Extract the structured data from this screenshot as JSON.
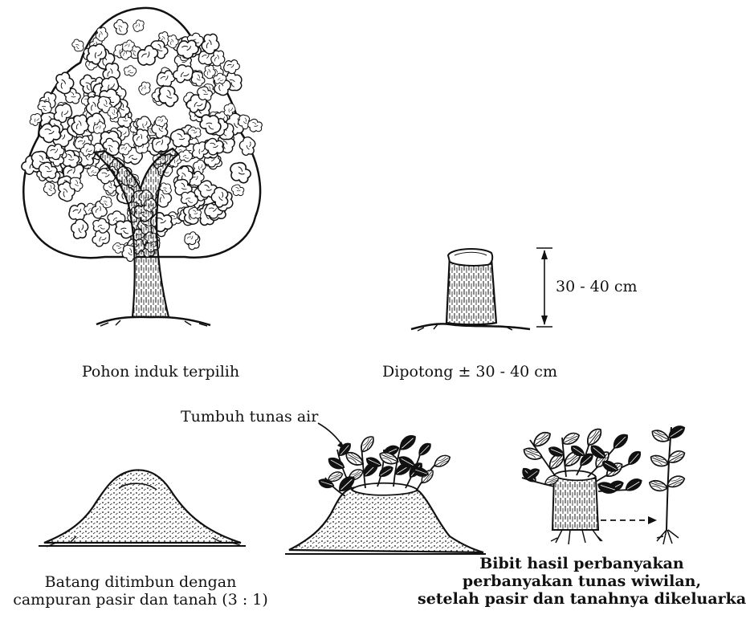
{
  "labels": {
    "tree": "Pohon induk terpilih",
    "cut": "Dipotong  ±  30 - 40 cm",
    "height": "30 - 40 cm",
    "tunas_air": "Tumbuh tunas air",
    "mound_line1": "Batang ditimbun dengan",
    "mound_line2": "campuran pasir dan tanah (3 : 1)",
    "bibit_line1": "Bibit hasil perbanyakan",
    "bibit_line2": "perbanyakan tunas wiwilan,",
    "bibit_line3": "setelah pasir dan tanahnya dikeluarkan"
  },
  "colors": {
    "ink": "#111111",
    "background": "#ffffff"
  }
}
